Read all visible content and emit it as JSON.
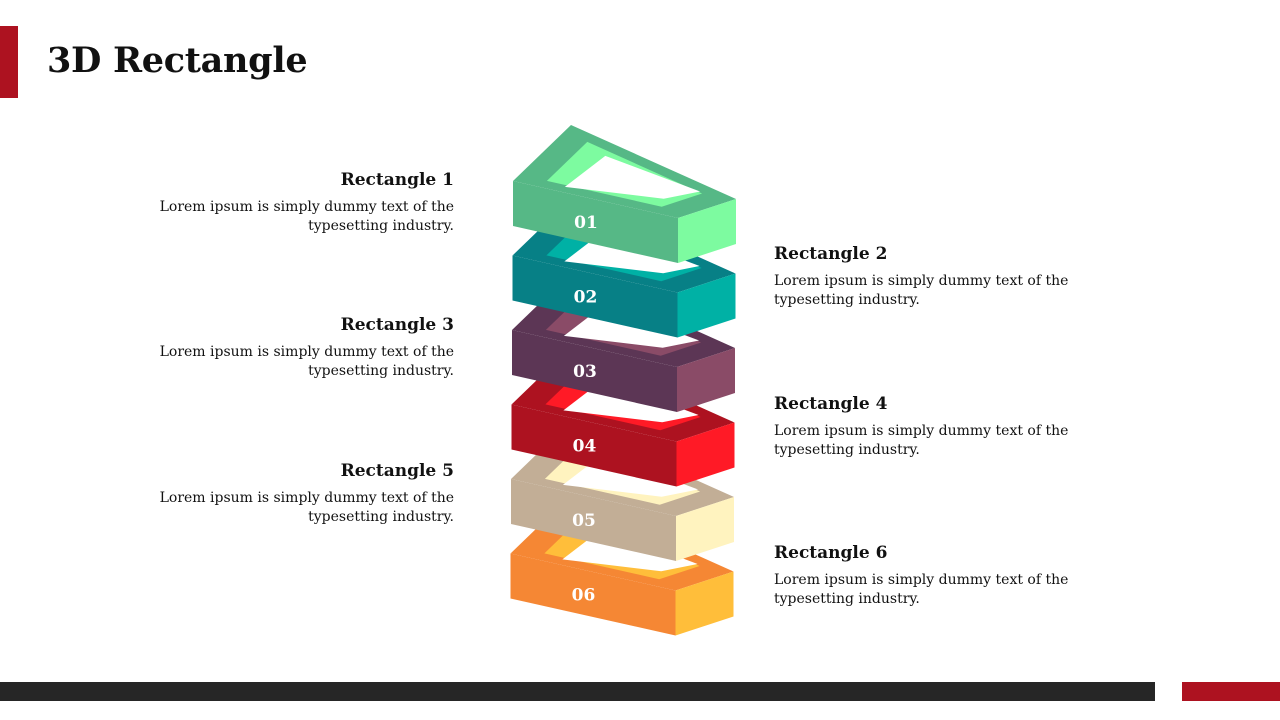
{
  "title": "3D Rectangle",
  "colors": {
    "accent": "#ad1220",
    "footer": "#262626"
  },
  "rectangles": [
    {
      "number": "01",
      "heading": "Rectangle 1",
      "text": "Lorem ipsum is simply dummy text of the typesetting industry.",
      "side": "left",
      "colors": {
        "rim": "#56b886",
        "inner": "#7dfba0",
        "front": "#56b886",
        "side": "#7dfba0",
        "hole": "#ffffff"
      }
    },
    {
      "number": "02",
      "heading": "Rectangle 2",
      "text": "Lorem ipsum is simply dummy text of the typesetting industry.",
      "side": "right",
      "colors": {
        "rim": "#078086",
        "inner": "#00b1a5",
        "front": "#078086",
        "side": "#00b1a5",
        "hole": "#ffffff"
      }
    },
    {
      "number": "03",
      "heading": "Rectangle 3",
      "text": "Lorem ipsum is simply dummy text of the typesetting industry.",
      "side": "left",
      "colors": {
        "rim": "#5c3655",
        "inner": "#8a4b67",
        "front": "#5c3655",
        "side": "#8a4b67",
        "hole": "#ffffff"
      }
    },
    {
      "number": "04",
      "heading": "Rectangle 4",
      "text": "Lorem ipsum is simply dummy text of the typesetting industry.",
      "side": "right",
      "colors": {
        "rim": "#ad1220",
        "inner": "#ff1a26",
        "front": "#ad1220",
        "side": "#ff1a26",
        "hole": "#ffffff"
      }
    },
    {
      "number": "05",
      "heading": "Rectangle 5",
      "text": "Lorem ipsum is simply dummy text of the typesetting industry.",
      "side": "left",
      "colors": {
        "rim": "#c2ae96",
        "inner": "#fff3bf",
        "front": "#c2ae96",
        "side": "#fff3bf",
        "hole": "#ffffff"
      }
    },
    {
      "number": "06",
      "heading": "Rectangle 6",
      "text": "Lorem ipsum is simply dummy text of the typesetting industry.",
      "side": "right",
      "colors": {
        "rim": "#f58734",
        "inner": "#ffbe3a",
        "front": "#f58734",
        "side": "#ffbe3a",
        "hole": "#ffffff"
      }
    }
  ]
}
